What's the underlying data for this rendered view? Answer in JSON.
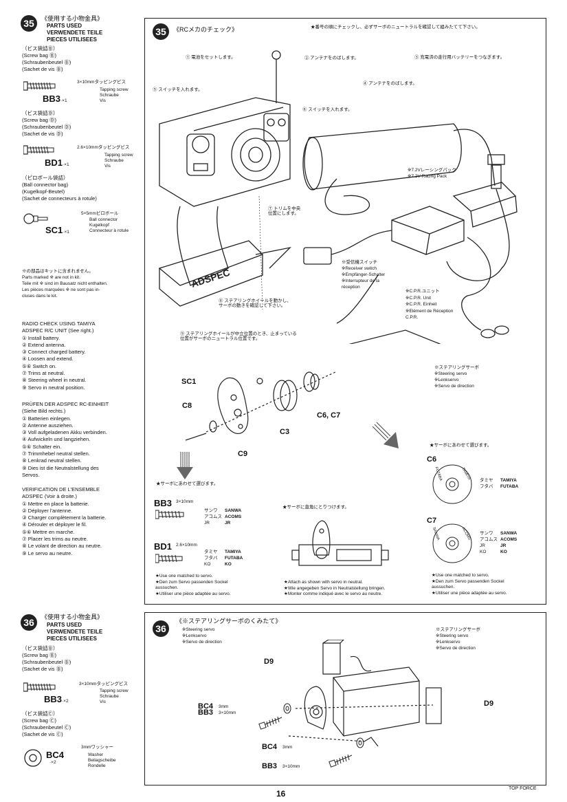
{
  "page_number": "16",
  "footer_model": "TOP FORCE",
  "step35": {
    "number": "35",
    "parts_header_jp": "《使用する小物金具》",
    "parts_header_lines": [
      "PARTS USED",
      "VERWENDETE TEILE",
      "PIECES UTILISEES"
    ],
    "bag_b": {
      "title_jp": "（ビス袋詰Ⓑ）",
      "lines": [
        "(Screw bag Ⓑ)",
        "(Schraubenbeutel Ⓑ)",
        "(Sachet de vis Ⓑ)"
      ]
    },
    "bb3": {
      "spec": "3×10mmタッピングビス",
      "desc": [
        "Tapping screw",
        "Schraube",
        "Vis"
      ],
      "code": "BB3",
      "qty": "·×1"
    },
    "bag_d": {
      "title_jp": "（ビス袋詰Ⓓ）",
      "lines": [
        "(Screw bag Ⓓ)",
        "(Schraubenbeutel Ⓓ)",
        "(Sachet de vis Ⓓ)"
      ]
    },
    "bd1": {
      "spec": "2.6×10mmタッピングビス",
      "desc": [
        "Tapping screw",
        "Schraube",
        "Vis"
      ],
      "code": "BD1",
      "qty": "·×1"
    },
    "bag_ball": {
      "title_jp": "（ピロボール袋詰）",
      "lines": [
        "(Ball connector bag)",
        "(Kugelkopf-Beutel)",
        "(Sachet de connecteurs à rotule)"
      ]
    },
    "sc1": {
      "spec": "5×5mmピロボール",
      "desc": [
        "Ball connector",
        "Kugelkopf",
        "Connecteur à rotule"
      ],
      "code": "SC1",
      "qty": "·×1"
    },
    "note_jp": "※の部品はキットに含まれません。",
    "note_lines": [
      "Parts marked ※ are not in kit.",
      "Teile mit ※ sind im Bausatz nicht enthalten.",
      "Les pièces marquées ※ ne sont pas in-",
      "cluses dans le kit."
    ],
    "radio_check_en": [
      "RADIO CHECK USING TAMIYA",
      "ADSPEC R/C UNIT (See right.)",
      "① Install battery.",
      "② Extend antenna.",
      "③ Connect charged battery.",
      "④ Loosen and extend.",
      "⑤⑥ Switch on.",
      "⑦ Trims at neutral.",
      "⑧ Steering wheel in neutral.",
      "⑨ Servo in neutral position."
    ],
    "radio_check_de": [
      "PRÜFEN DER ADSPEC RC-EINHEIT",
      "(Siehe Bild rechts.)",
      "① Batterien einlegen.",
      "② Antenne ausziehen.",
      "③ Voll aufgeladenen Akku verbinden.",
      "④ Aufwickeln und langziehen.",
      "⑤⑥ Schalter ein.",
      "⑦ Trimmhebel neutral stellen.",
      "⑧ Lenkrad neutral stellen.",
      "⑨ Dies ist die Neutralstellung des",
      "    Servos."
    ],
    "radio_check_fr": [
      "VERIFICATION DE L'ENSEMBLE",
      "ADSPEC (Voir à droite.)",
      "① Mettre en place la batterie.",
      "② Déployer l'antenne.",
      "③ Charger complètement la batterie.",
      "④ Dérouler et déployer le fil.",
      "⑤⑥ Mettre en marche.",
      "⑦ Placer les trims au neutre.",
      "⑧ Le volant de direction au neutre.",
      "⑨ Le servo au neutre."
    ],
    "panel_title": "《RCメカのチェック》",
    "panel_note": "★番号の順にチェックし、必ずサーボのニュートラルを確認して組みたてて下さい。",
    "callouts": {
      "c1": "① 電池をセットします。",
      "c2": "② アンテナをのばします。",
      "c3": "③ 充電済の走行用バッテリーをつなぎます。",
      "c4": "④ アンテナをのばします。",
      "c5": "⑤ スイッチを入れます。",
      "c6": "⑥ スイッチを入れます。",
      "c7": "⑦ トリムを中央\n位置にします。",
      "c8": "⑧ ステアリングホイールを動かし、\nサーボの動きを確認して下さい。",
      "c9": "⑨ ステアリングホイールが中立位置のとき、止まっている\n位置がサーボのニュートラル位置です。"
    },
    "battery_label": [
      "※7.2Vレーシングパック",
      "※7.2V Racing Pack"
    ],
    "receiver_label": [
      "※受信機スイッチ",
      "※Receiver switch",
      "※Empfänger-Schalter",
      "※Interrupteur de la",
      "  réception"
    ],
    "cpr_label": [
      "※C.P.R.ユニット",
      "※C.P.R. Unit",
      "※C.P.R. Einheit",
      "※Elément de Réception",
      "  C.P.R."
    ],
    "servo_label": [
      "※ステアリングサーボ",
      "※Steering servo",
      "※Lenkservo",
      "※Servo de direction"
    ],
    "brand": "ADSPEC",
    "part_labels": {
      "sc1": "SC1",
      "c8": "C8",
      "c3": "C3",
      "c9": "C9",
      "c6c7": "C6, C7"
    },
    "servo_select_note": "★サーボにあわせて選びます。",
    "servo_select_note2": "★サーボにあわせて選びます。",
    "bb3_table": {
      "code": "BB3",
      "size": "3×10mm",
      "rows": [
        [
          "サンワ",
          "SANWA"
        ],
        [
          "アコムス",
          "ACOMS"
        ],
        [
          "JR",
          "JR"
        ]
      ]
    },
    "bd1_table": {
      "code": "BD1",
      "size": "2.6×10mm",
      "rows": [
        [
          "タミヤ",
          "TAMIYA"
        ],
        [
          "フタバ",
          "FUTABA"
        ],
        [
          "KO",
          "KO"
        ]
      ]
    },
    "use_matched": [
      "★Use one matched to servo.",
      "★Den zum Servo passenden Sockel",
      "  aussuchen.",
      "★Utiliser une pièce adaptée au servo."
    ],
    "attach_note_jp": "★サーボに直角にとりつけます。",
    "attach_note": [
      "★Attach as shown with servo in neutral.",
      "★Wie angegeben Servo in Neutralstellung bringen.",
      "★Monter comme indiqué avec le servo au neutre."
    ],
    "c6_table": {
      "code": "C6",
      "disc_left": "FUTABA",
      "disc_right": "TAMIYA",
      "rows": [
        [
          "タミヤ",
          "TAMIYA"
        ],
        [
          "フタバ",
          "FUTABA"
        ]
      ]
    },
    "c7_table": {
      "code": "C7",
      "disc_left": "SANWA",
      "disc_right": "ACOMS",
      "rows": [
        [
          "サンワ",
          "SANWA"
        ],
        [
          "アコムス",
          "ACOMS"
        ],
        [
          "JR",
          "JR"
        ],
        [
          "KO",
          "KO"
        ]
      ]
    },
    "use_matched2": [
      "★Use one matched to servo.",
      "★Den zum Servo passenden Sockel",
      "  aussuchen.",
      "★Utiliser une pièce adaptée au servo."
    ]
  },
  "step36": {
    "number": "36",
    "parts_header_jp": "《使用する小物金具》",
    "parts_header_lines": [
      "PARTS USED",
      "VERWENDETE TEILE",
      "PIECES UTILISEES"
    ],
    "bag_b": {
      "title_jp": "（ビス袋詰Ⓑ）",
      "lines": [
        "(Screw bag Ⓑ)",
        "(Schraubenbeutel Ⓑ)",
        "(Sachet de vis Ⓑ)"
      ]
    },
    "bb3": {
      "spec": "3×10mmタッピングビス",
      "desc": [
        "Tapping screw",
        "Schraube",
        "Vis"
      ],
      "code": "BB3",
      "qty": "·×2"
    },
    "bag_c": {
      "title_jp": "（ビス袋詰Ⓒ）",
      "lines": [
        "(Screw bag Ⓒ)",
        "(Schraubenbeutel Ⓒ)",
        "(Sachet de vis Ⓒ)"
      ]
    },
    "bc4": {
      "spec": "3mmワッシャー",
      "desc": [
        "Washer",
        "Beilagscheibe",
        "Rondelle"
      ],
      "code": "BC4",
      "qty": "·×2"
    },
    "panel_title": "《※ステアリングサーボのくみたて》",
    "panel_sub": [
      "※Steering servo",
      "※Lenkservo",
      "※Servo de direction"
    ],
    "servo_label": [
      "※ステアリングサーボ",
      "※Steering servo",
      "※Lenkservo",
      "※Servo de direction"
    ],
    "labels": {
      "d9a": "D9",
      "d9b": "D9",
      "bc4a": "BC4",
      "bc4a_size": "3mm",
      "bb3a": "BB3",
      "bb3a_size": "3×10mm",
      "bc4b": "BC4",
      "bc4b_size": "3mm",
      "bb3b": "BB3",
      "bb3b_size": "3×10mm"
    }
  }
}
